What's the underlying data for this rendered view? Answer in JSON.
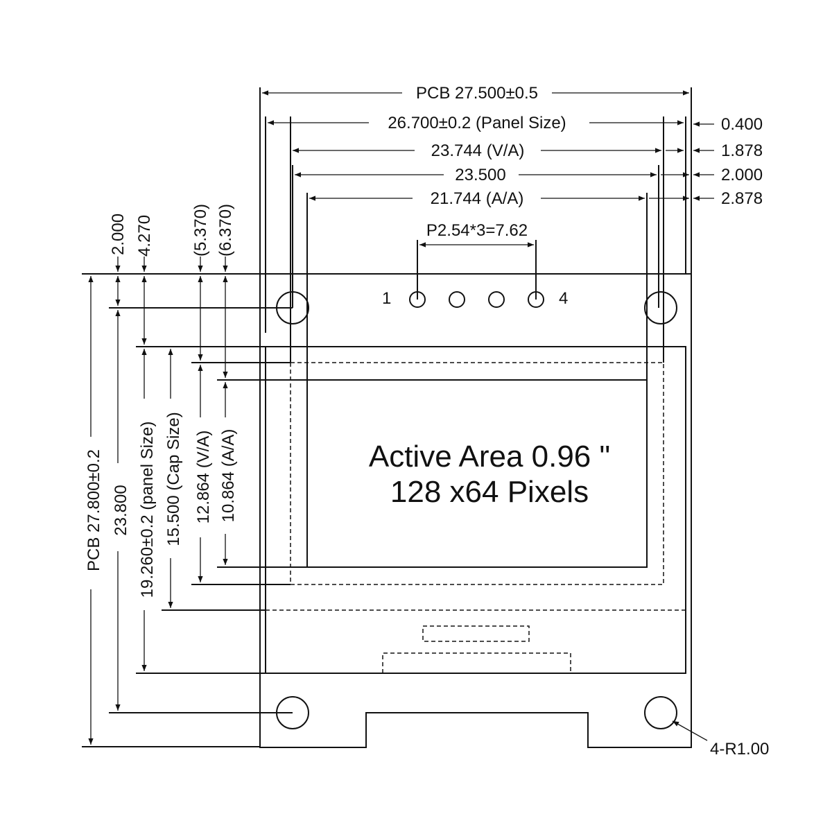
{
  "dimensions": {
    "horizontal": {
      "pcb_width": "PCB 27.500±0.5",
      "panel_width": "26.700±0.2 (Panel Size)",
      "va_width": "23.744 (V/A)",
      "hole_spacing": "23.500",
      "aa_width": "21.744 (A/A)",
      "pin_pitch": "P2.54*3=7.62"
    },
    "right_offsets": [
      "0.400",
      "1.878",
      "2.000",
      "2.878"
    ],
    "vertical_offsets": [
      "2.000",
      "4.270",
      "(5.370)",
      "(6.370)"
    ],
    "vertical": {
      "pcb_height": "PCB 27.800±0.2",
      "hole_spacing": "23.800",
      "panel_height": "19.260±0.2 (panel Size)",
      "cap_height": "15.500 (Cap Size)",
      "va_height": "12.864 (V/A)",
      "aa_height": "10.864 (A/A)"
    },
    "hole_note": "4-R1.00"
  },
  "pins": {
    "first": "1",
    "last": "4"
  },
  "active_area": {
    "line1": "Active Area 0.96 \"",
    "line2": "128 x64 Pixels"
  }
}
